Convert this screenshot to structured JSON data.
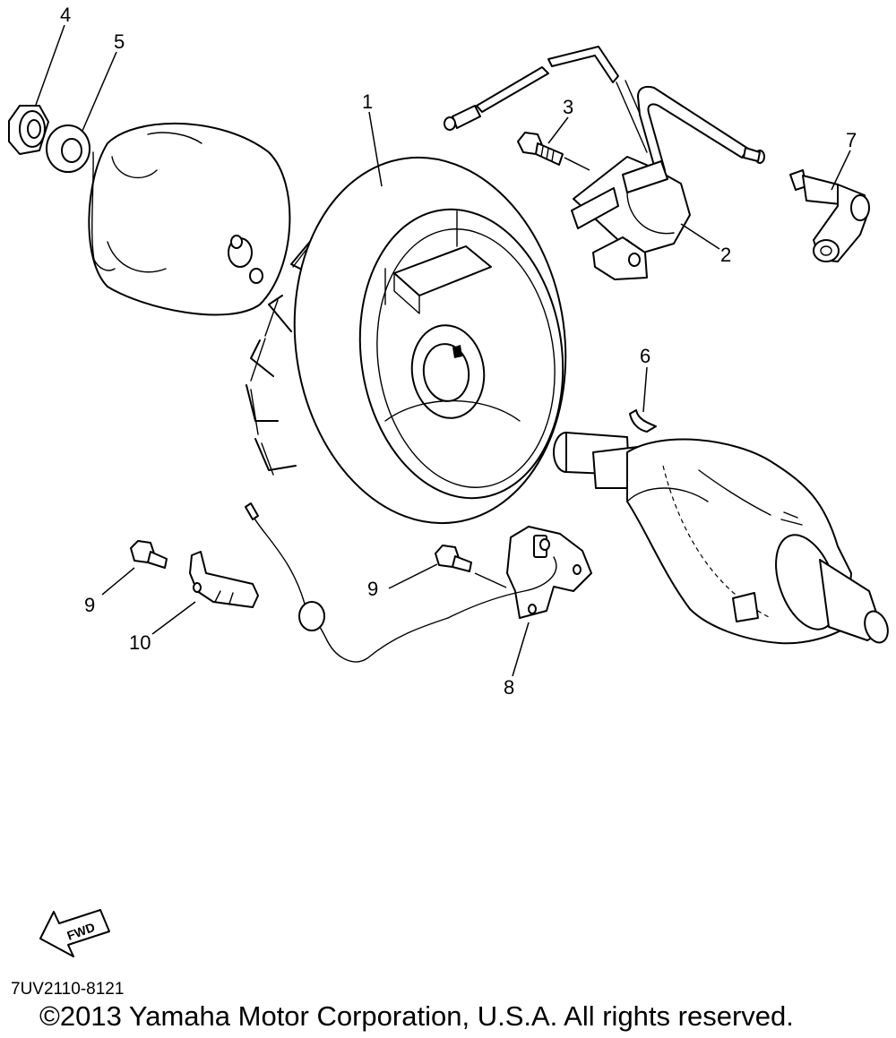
{
  "callouts": {
    "c1": "1",
    "c2": "2",
    "c3": "3",
    "c4": "4",
    "c5": "5",
    "c6": "6",
    "c7": "7",
    "c8": "8",
    "c9a": "9",
    "c9b": "9",
    "c10": "10"
  },
  "fwd_label": "FWD",
  "drawing_code": "7UV2110-8121",
  "copyright": "©2013 Yamaha Motor Corporation, U.S.A. All rights reserved."
}
